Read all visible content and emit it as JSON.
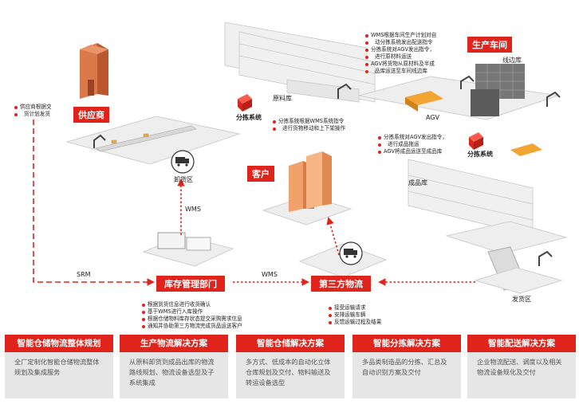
{
  "tags": {
    "supplier": "供应商",
    "production": "生产车间",
    "customer": "客户",
    "inventory": "库存管理部门",
    "logistics": "第三方物流"
  },
  "labels": {
    "raw_warehouse": "原料库",
    "line_warehouse": "线边库",
    "finished_warehouse": "成品库",
    "sorting_system_1": "分拣系统",
    "sorting_system_2": "分拣系统",
    "agv": "AGV",
    "unload_zone": "卸货区",
    "ship_zone": "发货区",
    "wms_top": "WMS",
    "wms_mid": "WMS",
    "srm": "SRM"
  },
  "notes": {
    "supplier": [
      "供应商根据交",
      "货计划发货"
    ],
    "wms_plan": [
      "WMS根据车间生产计划对自",
      "动分拣系统发出配送指令",
      "分拣系统对AGV发出指令，",
      "进行原材料运送",
      "AGV将货物从原材料及半成",
      "品库运送至车间线边库"
    ],
    "sort_move": [
      "分拣系统根据WMS系统指令",
      "进行货物移动和上下架操作"
    ],
    "agv_finished": [
      "分拣系统对AGV发出指令，",
      "进行成品拖运",
      "AGV将成品运送至成品库"
    ],
    "inventory": [
      "根据到货信息进行收货确认",
      "基于WMS进行入库操作",
      "根据仓储物料库存状态提交采购需求信息",
      "通知并协助第三方物流完成货品运送客户"
    ],
    "logistics": [
      "接受运输请求",
      "安排运输车辆",
      "反馈运输过程及结果"
    ]
  },
  "cards": [
    {
      "title": "智能仓储物流整体规划",
      "body": "全厂定制化智能仓储物流整体规划及集成服务"
    },
    {
      "title": "生产物流解决方案",
      "body": "从原料卸货到成品出库的物流路线规划、物流设备选型及子系统集成"
    },
    {
      "title": "智能仓储解决方案",
      "body": "多方式、低成本的自动化立体仓库规划及交付、物料输送及转运设备选型"
    },
    {
      "title": "智能分拣解决方案",
      "body": "多品类制造品的分拣、汇总及自动识别方案及交付"
    },
    {
      "title": "智能配送解决方案",
      "body": "企业物流配送、调度以及相关物流设备规化及交付"
    }
  ],
  "colors": {
    "accent": "#e0241b",
    "card_bg": "#e6e6e6",
    "platform": "#eeeeee"
  }
}
